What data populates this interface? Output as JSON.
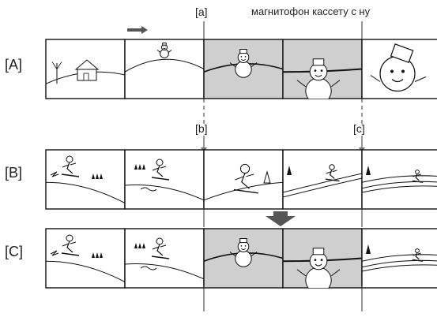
{
  "header_text": "магнитофон кассету с ну",
  "row_labels": {
    "a": "[A]",
    "b": "[B]",
    "c": "[C]"
  },
  "marker_labels": {
    "a": "[a]",
    "b": "[b]",
    "c": "[c]"
  },
  "rows": {
    "A": [
      {
        "scene": "house-winter",
        "bg": "#ffffff"
      },
      {
        "scene": "snowman-small",
        "bg": "#ffffff"
      },
      {
        "scene": "snowman-medium",
        "bg": "#cfcfcf"
      },
      {
        "scene": "snowman-large",
        "bg": "#cfcfcf"
      },
      {
        "scene": "snowman-face",
        "bg": "#ffffff"
      }
    ],
    "B": [
      {
        "scene": "skier-1",
        "bg": "#ffffff"
      },
      {
        "scene": "skier-2",
        "bg": "#ffffff"
      },
      {
        "scene": "skier-3",
        "bg": "#ffffff"
      },
      {
        "scene": "skier-4",
        "bg": "#ffffff"
      },
      {
        "scene": "slope-tracks",
        "bg": "#ffffff"
      }
    ],
    "C": [
      {
        "scene": "skier-1",
        "bg": "#ffffff"
      },
      {
        "scene": "skier-2",
        "bg": "#ffffff"
      },
      {
        "scene": "snowman-medium",
        "bg": "#cfcfcf"
      },
      {
        "scene": "snowman-large",
        "bg": "#cfcfcf"
      },
      {
        "scene": "slope-tracks",
        "bg": "#ffffff"
      }
    ]
  },
  "colors": {
    "line": "#111111",
    "arrow": "#555555",
    "gray": "#cfcfcf"
  }
}
